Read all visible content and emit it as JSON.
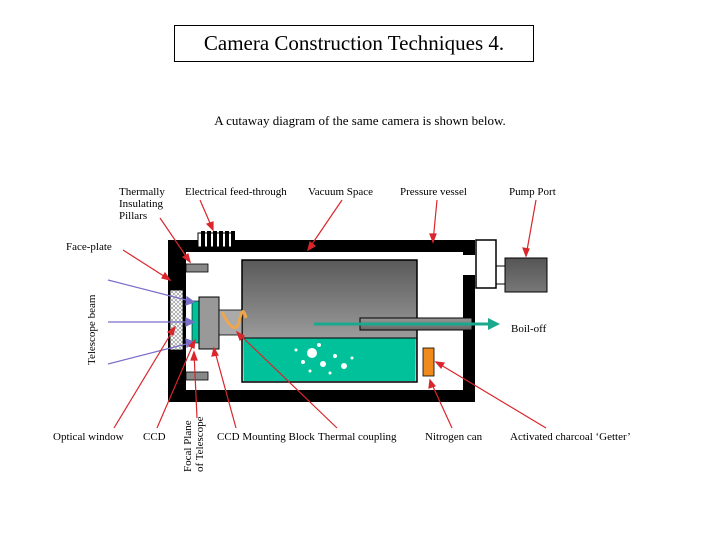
{
  "title": "Camera Construction Techniques 4.",
  "caption": "A cutaway diagram of the same camera is shown below.",
  "labels": {
    "thermally_insulating_pillars": [
      "Thermally",
      "Insulating",
      "Pillars"
    ],
    "electrical_feedthrough": "Electrical feed-through",
    "vacuum_space": "Vacuum Space",
    "pressure_vessel": "Pressure vessel",
    "pump_port": "Pump Port",
    "face_plate": "Face-plate",
    "telescope_beam": "Telescope beam",
    "boil_off": "Boil-off",
    "optical_window": "Optical window",
    "ccd": "CCD",
    "focal_plane": [
      "Focal Plane",
      "of Telescope"
    ],
    "ccd_mounting_block": "CCD Mounting Block",
    "thermal_coupling": "Thermal coupling",
    "nitrogen_can": "Nitrogen can",
    "activated_charcoal": "Activated charcoal ‘Getter’"
  },
  "colors": {
    "pointer": "#d9262c",
    "beam": "#7a6fc9",
    "nitrogen": "#00c19a",
    "boiloff_arrow": "#1aa98d",
    "getter": "#f08a1c",
    "thermal_coupling_wire": "#f0a64a"
  }
}
